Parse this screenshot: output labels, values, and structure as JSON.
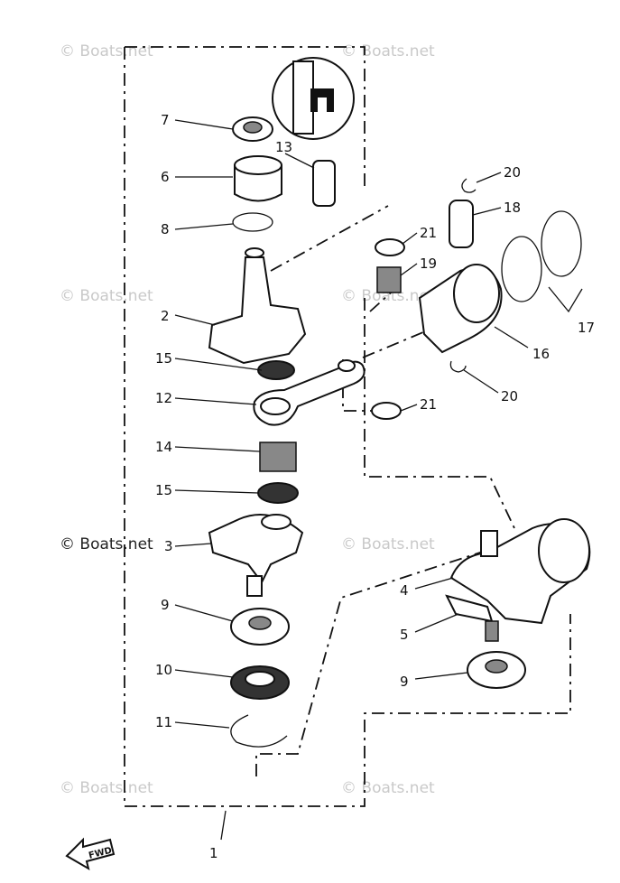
{
  "watermarks": {
    "text": "© Boats.net",
    "dark_text": "© Boats.net"
  },
  "callouts": [
    {
      "id": "c7",
      "label": "7"
    },
    {
      "id": "c13",
      "label": "13"
    },
    {
      "id": "c6",
      "label": "6"
    },
    {
      "id": "c8",
      "label": "8"
    },
    {
      "id": "c20a",
      "label": "20"
    },
    {
      "id": "c18",
      "label": "18"
    },
    {
      "id": "c21a",
      "label": "21"
    },
    {
      "id": "c19",
      "label": "19"
    },
    {
      "id": "c2",
      "label": "2"
    },
    {
      "id": "c17",
      "label": "17"
    },
    {
      "id": "c16",
      "label": "16"
    },
    {
      "id": "c15a",
      "label": "15"
    },
    {
      "id": "c20b",
      "label": "20"
    },
    {
      "id": "c12",
      "label": "12"
    },
    {
      "id": "c21b",
      "label": "21"
    },
    {
      "id": "c14",
      "label": "14"
    },
    {
      "id": "c15b",
      "label": "15"
    },
    {
      "id": "c3",
      "label": "3"
    },
    {
      "id": "c4",
      "label": "4"
    },
    {
      "id": "c9a",
      "label": "9"
    },
    {
      "id": "c5",
      "label": "5"
    },
    {
      "id": "c10",
      "label": "10"
    },
    {
      "id": "c9b",
      "label": "9"
    },
    {
      "id": "c11",
      "label": "11"
    },
    {
      "id": "c1",
      "label": "1"
    }
  ],
  "fwd_label": "FWD"
}
